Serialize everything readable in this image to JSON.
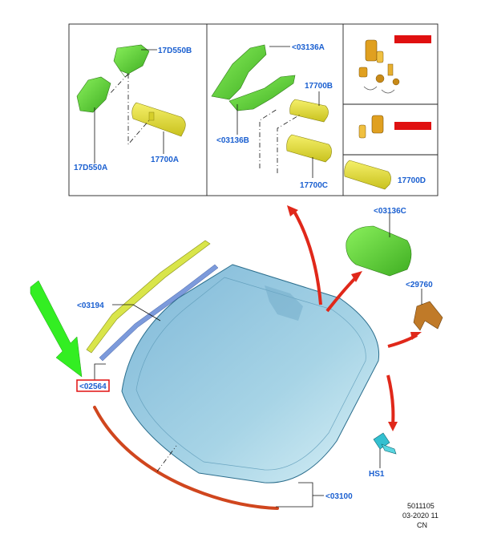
{
  "callouts": {
    "mirror_cover_upper": "17D550B",
    "mirror_cover_lower": "17D550A",
    "mirror_a": "17700A",
    "bracket_a": "<03136A",
    "bracket_b": "<03136B",
    "mirror_b": "17700B",
    "mirror_c": "17700C",
    "mirror_d": "17700D",
    "kit_1": "<",
    "kit_2": "<",
    "cover_c": "<03136C",
    "bracket_29760": "<29760",
    "molding_03194": "<03194",
    "seal_02564": "<02564",
    "strip_03100": "<03100",
    "screw": "HS1"
  },
  "footer": {
    "doc_number": "5011105",
    "date_code": "03-2020 11",
    "region": "CN"
  },
  "colors": {
    "green_part": "#5fd13a",
    "yellow_part": "#e8e23a",
    "glass": "#8fc6df",
    "arrow_red": "#e0281a",
    "arrow_green": "#33ee22",
    "label_blue": "#1a5fd0",
    "highlight_red": "#e01010"
  }
}
